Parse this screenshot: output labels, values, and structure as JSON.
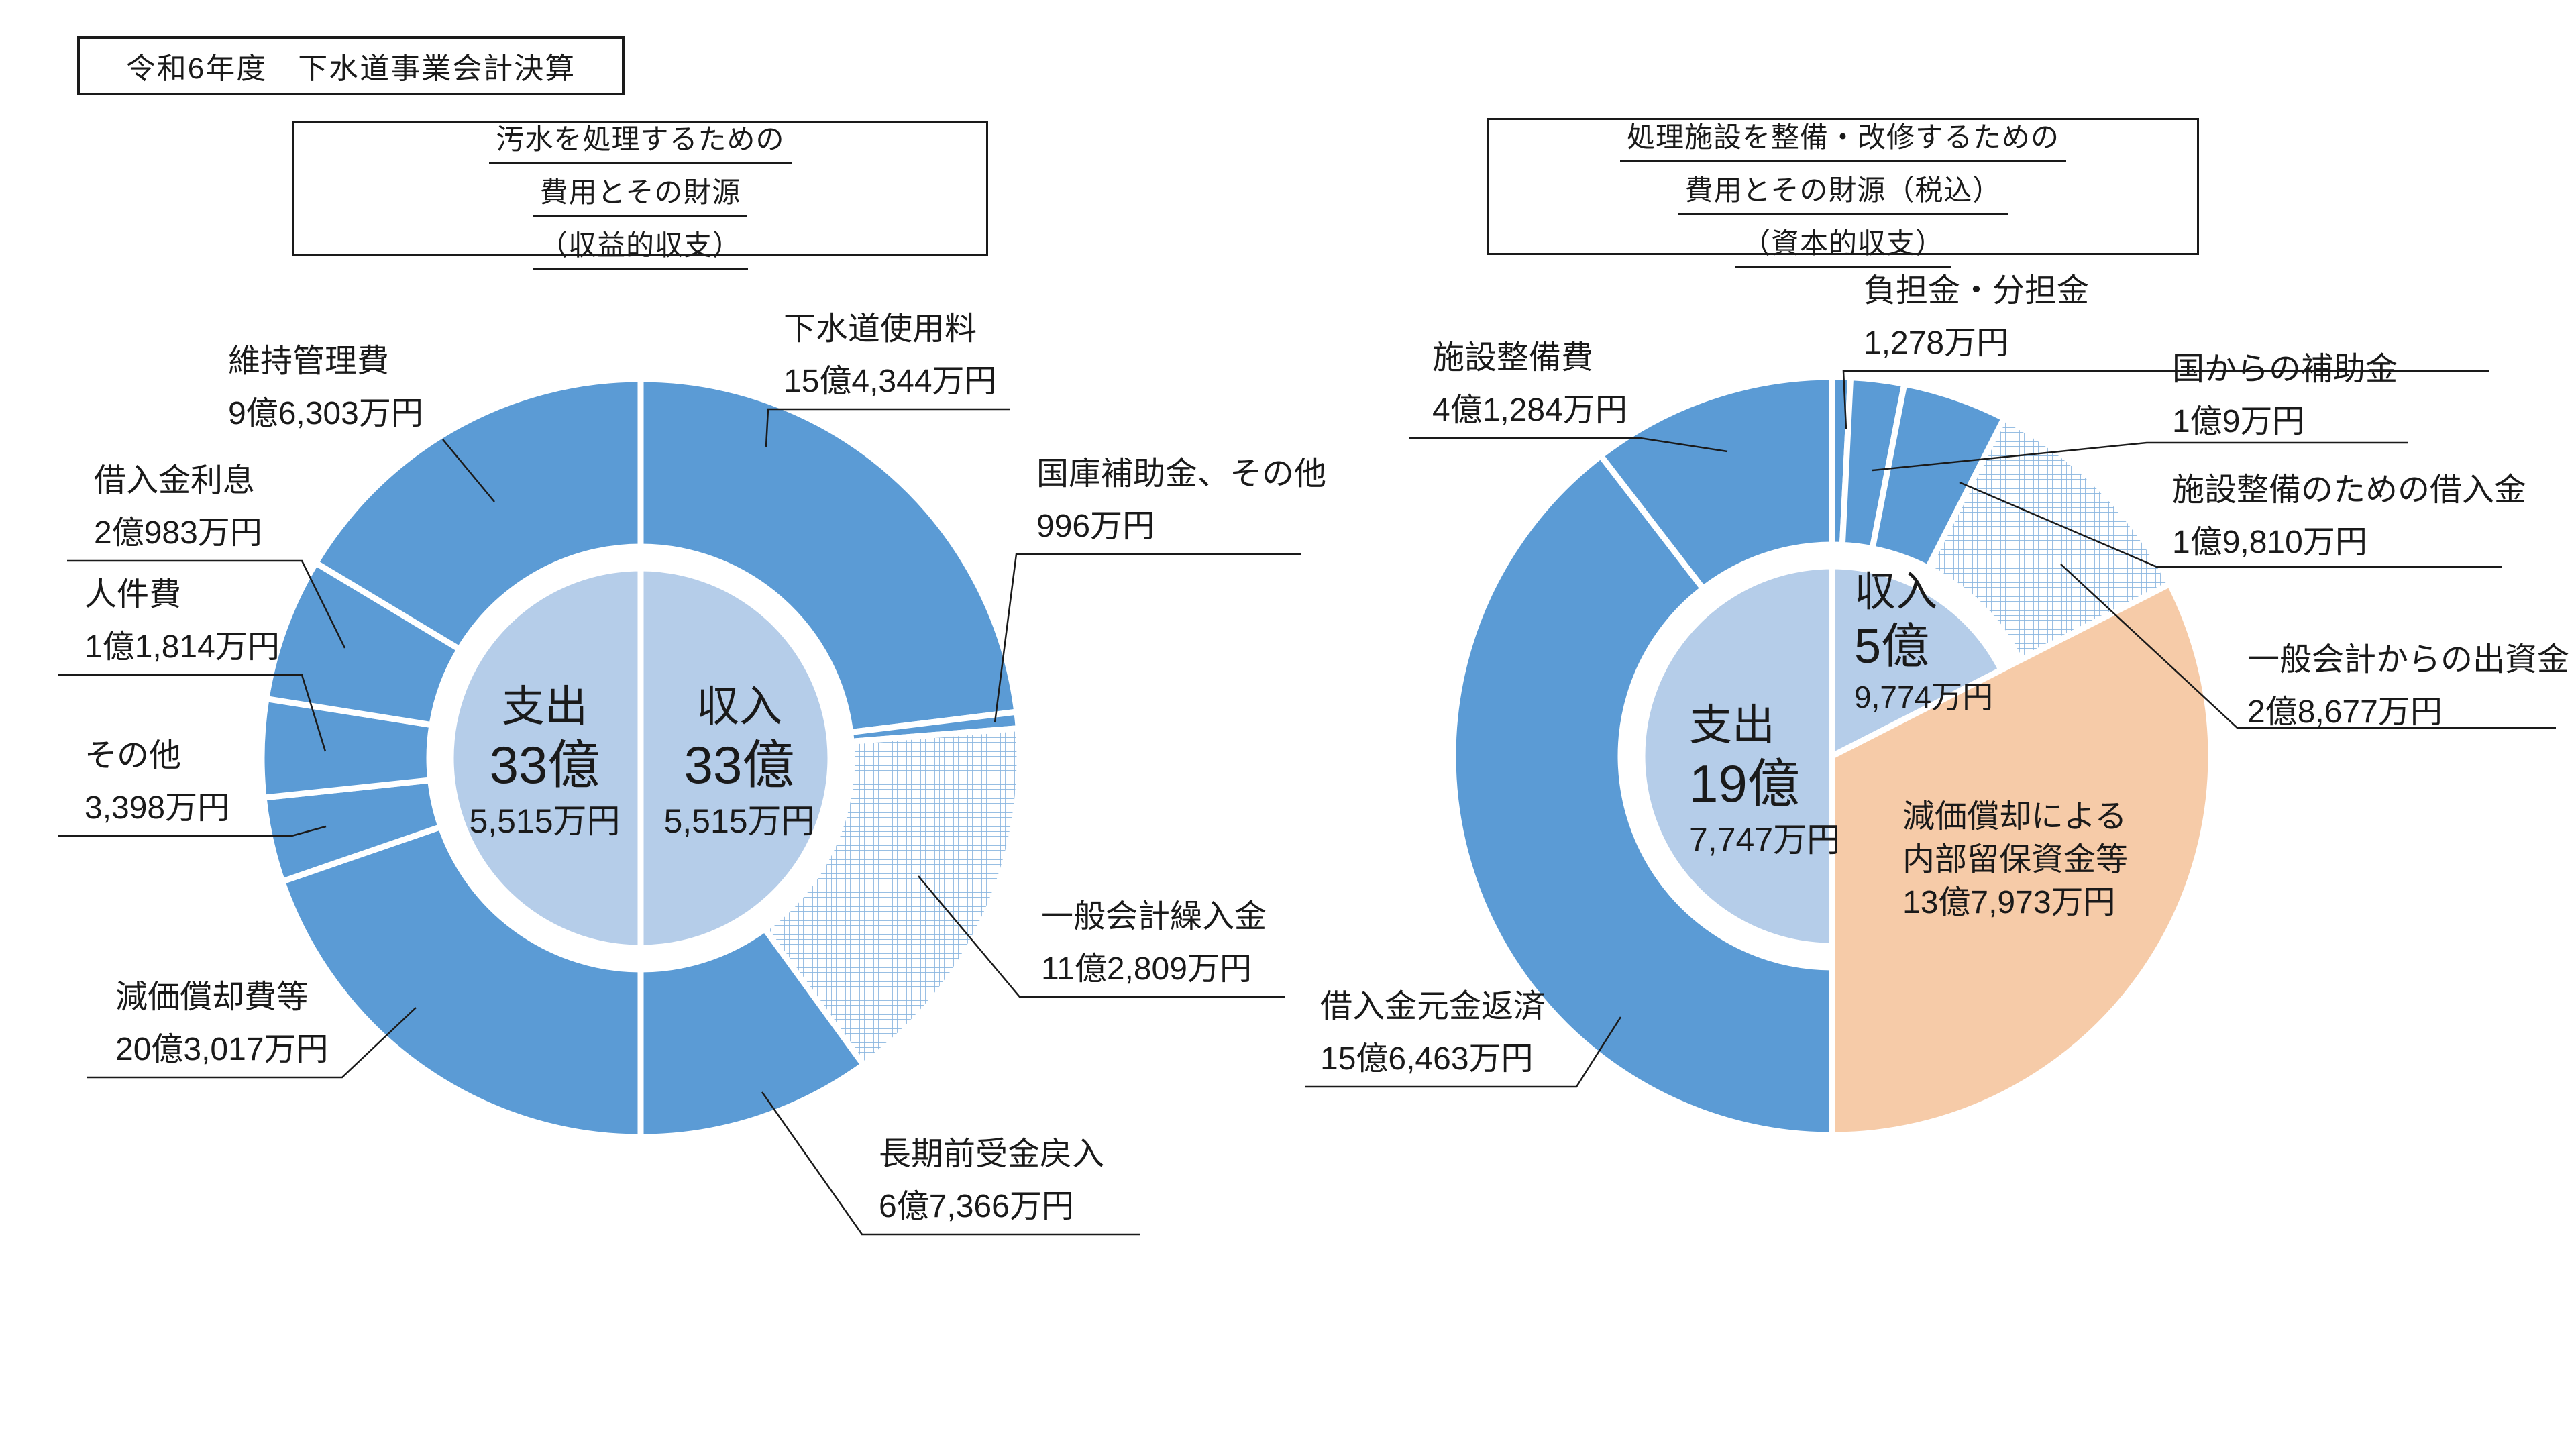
{
  "title": "令和6年度　下水道事業会計決算",
  "colors": {
    "blue": "#5B9BD5",
    "light_blue": "#B5CDE9",
    "orange": "#F6CBA8",
    "pattern_line": "#8AB6DF",
    "leader": "#1A1A1A",
    "text": "#1A1A1A"
  },
  "left_chart": {
    "header_lines": [
      "汚水を処理するための",
      "費用とその財源",
      "（収益的収支）"
    ],
    "center": {
      "expense": {
        "label": "支出",
        "line1": "33億",
        "line2": "5,515万円"
      },
      "income": {
        "label": "収入",
        "line1": "33億",
        "line2": "5,515万円"
      }
    }
  },
  "right_chart": {
    "header_lines": [
      "処理施設を整備・改修するための",
      "費用とその財源（税込）",
      "（資本的収支）"
    ],
    "center": {
      "expense": {
        "label": "支出",
        "line1": "19億",
        "line2": "7,747万円"
      },
      "income": {
        "label": "収入",
        "line1": "5億",
        "line2": "9,774万円"
      }
    }
  },
  "chart_data": [
    {
      "type": "pie",
      "title": "汚水を処理するための費用とその財源（収益的収支）",
      "unit": "万円",
      "income_total_man": 335515,
      "expense_total_man": 335515,
      "income": [
        {
          "label": "下水道使用料",
          "text": "15億4,344万円",
          "value_man": 154344
        },
        {
          "label": "国庫補助金、その他",
          "text": "996万円",
          "value_man": 996
        },
        {
          "label": "一般会計繰入金",
          "text": "11億2,809万円",
          "value_man": 112809
        },
        {
          "label": "長期前受金戻入",
          "text": "6億7,366万円",
          "value_man": 67366
        }
      ],
      "expense": [
        {
          "label": "維持管理費",
          "text": "9億6,303万円",
          "value_man": 96303
        },
        {
          "label": "借入金利息",
          "text": "2億983万円",
          "value_man": 20983
        },
        {
          "label": "人件費",
          "text": "1億1,814万円",
          "value_man": 11814
        },
        {
          "label": "その他",
          "text": "3,398万円",
          "value_man": 3398
        },
        {
          "label": "減価償却費等",
          "text": "20億3,017万円",
          "value_man": 203017
        }
      ]
    },
    {
      "type": "pie",
      "title": "処理施設を整備・改修するための費用とその財源（税込）（資本的収支）",
      "unit": "万円",
      "income_total_man": 59774,
      "expense_total_man": 197747,
      "income": [
        {
          "label": "負担金・分担金",
          "text": "1,278万円",
          "value_man": 1278
        },
        {
          "label": "国からの補助金",
          "text": "1億9万円",
          "value_man": 10009
        },
        {
          "label": "施設整備のための借入金",
          "text": "1億9,810万円",
          "value_man": 19810
        },
        {
          "label": "一般会計からの出資金",
          "text": "2億8,677万円",
          "value_man": 28677
        }
      ],
      "reserve": {
        "label": "減価償却による内部留保資金等",
        "lines": [
          "減価償却による",
          "内部留保資金等",
          "13億7,973万円"
        ],
        "value_man": 137973
      },
      "expense": [
        {
          "label": "施設整備費",
          "text": "4億1,284万円",
          "value_man": 41284
        },
        {
          "label": "借入金元金返済",
          "text": "15億6,463万円",
          "value_man": 156463
        }
      ]
    }
  ]
}
